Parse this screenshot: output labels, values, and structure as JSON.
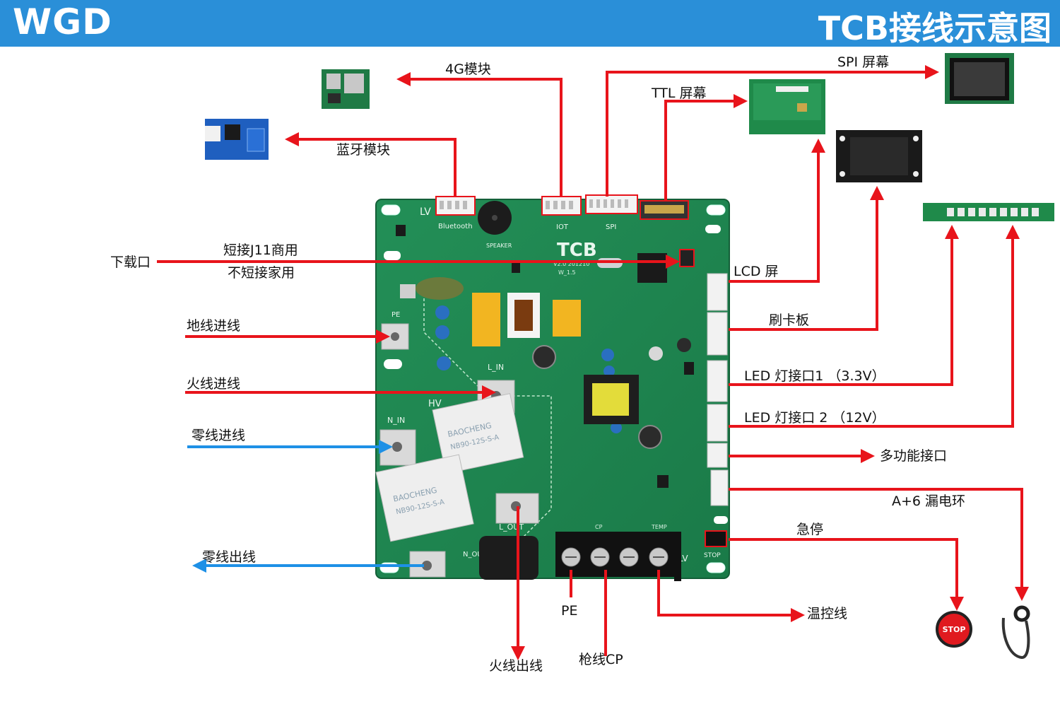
{
  "header": {
    "brand": "WGD",
    "title": "TCB接线示意图"
  },
  "board": {
    "name": "TCB",
    "version": "V2.0 201210",
    "sub_version": "W_1.5",
    "zones": {
      "lv": "LV",
      "hv": "HV",
      "lv_bottom": "LV"
    },
    "connectors": {
      "bluetooth": "Bluetooth",
      "iot": "IOT",
      "spi": "SPI",
      "speaker": "SPEAKER",
      "pe": "PE",
      "l_in": "L_IN",
      "n_in": "N_IN",
      "l_out": "L_OUT",
      "n_out": "N_OUT",
      "stop": "STOP",
      "cp": "CP",
      "temp": "TEMP"
    },
    "relay_brand": "BAOCHENG",
    "relay_model": "NB90-12S-S-A"
  },
  "labels": {
    "module_4g": "4G模块",
    "bluetooth_module": "蓝牙模块",
    "spi_screen": "SPI 屏幕",
    "ttl_screen": "TTL 屏幕",
    "download_port": "下载口",
    "short_j11": "短接J11商用",
    "no_short": "不短接家用",
    "lcd_screen": "LCD 屏",
    "card_board": "刷卡板",
    "ground_in": "地线进线",
    "live_in": "火线进线",
    "neutral_in": "零线进线",
    "led_port1": "LED 灯接口1 （3.3V）",
    "led_port2": "LED 灯接口 2 （12V）",
    "multi_port": "多功能接口",
    "leak_ring": "A+6 漏电环",
    "emergency_stop": "急停",
    "neutral_out": "零线出线",
    "pe": "PE",
    "temp_line": "温控线",
    "gun_cp": "枪线CP",
    "live_out": "火线出线",
    "stop_button": "STOP"
  },
  "colors": {
    "header": "#2a8fd8",
    "arrow_red": "#e8141b",
    "arrow_blue": "#1e90e6",
    "board_green": "#1f8a52"
  }
}
